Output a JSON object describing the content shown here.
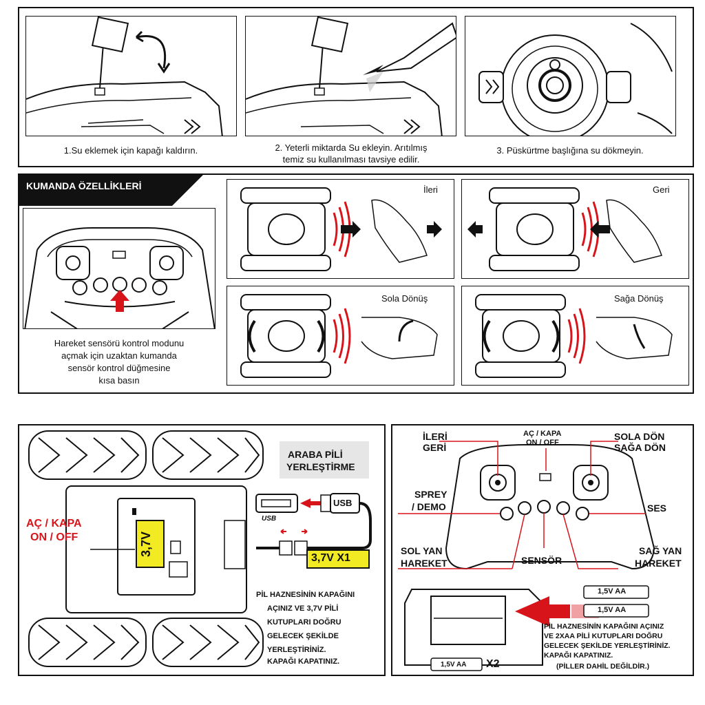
{
  "top_steps": [
    {
      "caption": "1.Su eklemek için kapağı kaldırın."
    },
    {
      "caption_line1": "2. Yeterli miktarda Su ekleyin. Arıtılmış",
      "caption_line2": "temiz su kullanılması tavsiye edilir."
    },
    {
      "caption": "3. Püskürtme başlığına su dökmeyin."
    }
  ],
  "remote_features": {
    "title": "KUMANDA ÖZELLİKLERİ",
    "description": [
      "Hareket sensörü kontrol modunu",
      "açmak için uzaktan kumanda",
      "sensör kontrol düğmesine",
      "kısa basın"
    ],
    "gestures": [
      {
        "label": "İleri"
      },
      {
        "label": "Geri"
      },
      {
        "label": "Sola Dönüş"
      },
      {
        "label": "Sağa Dönüş"
      }
    ]
  },
  "car_battery": {
    "title_line1": "ARABA PİLİ",
    "title_line2": "YERLEŞTİRME",
    "switch_label_line1": "AÇ / KAPA",
    "switch_label_line2": "ON / OFF",
    "battery_label": "3,7V",
    "usb_label": "USB",
    "usb_small": "USB",
    "battery_count": "3,7V X1",
    "instructions": [
      "PİL HAZNESİNİN KAPAĞINI",
      "AÇINIZ VE 3,7V PİLİ",
      "KUTUPLARI DOĞRU",
      "GELECEK ŞEKİLDE",
      "YERLEŞTİRİNİZ.",
      "KAPAĞI KAPATINIZ."
    ]
  },
  "remote_layout": {
    "forward_back": [
      "İLERİ",
      "GERİ"
    ],
    "power": [
      "AÇ / KAPA",
      "ON / OFF"
    ],
    "turn": [
      "SOLA DÖN",
      "SAĞA DÖN"
    ],
    "spray": [
      "SPREY",
      "/ DEMO"
    ],
    "sound": "SES",
    "side_left": [
      "SOL YAN",
      "HAREKET"
    ],
    "sensor": "SENSÖR",
    "side_right": [
      "SAĞ YAN",
      "HAREKET"
    ],
    "aa_battery": "1,5V AA",
    "aa_count": "X2",
    "instructions": [
      "PİL HAZNESİNİN KAPAĞINI AÇINIZ",
      "VE 2XAA PİLİ KUTUPLARI DOĞRU",
      "GELECEK ŞEKİLDE YERLEŞTİRİNİZ.",
      "KAPAĞI KAPATINIZ."
    ],
    "note": "(PİLLER DAHİL DEĞİLDİR.)"
  },
  "colors": {
    "accent_red": "#d8141b",
    "highlight_yellow": "#f2ea23",
    "ink": "#111111"
  }
}
